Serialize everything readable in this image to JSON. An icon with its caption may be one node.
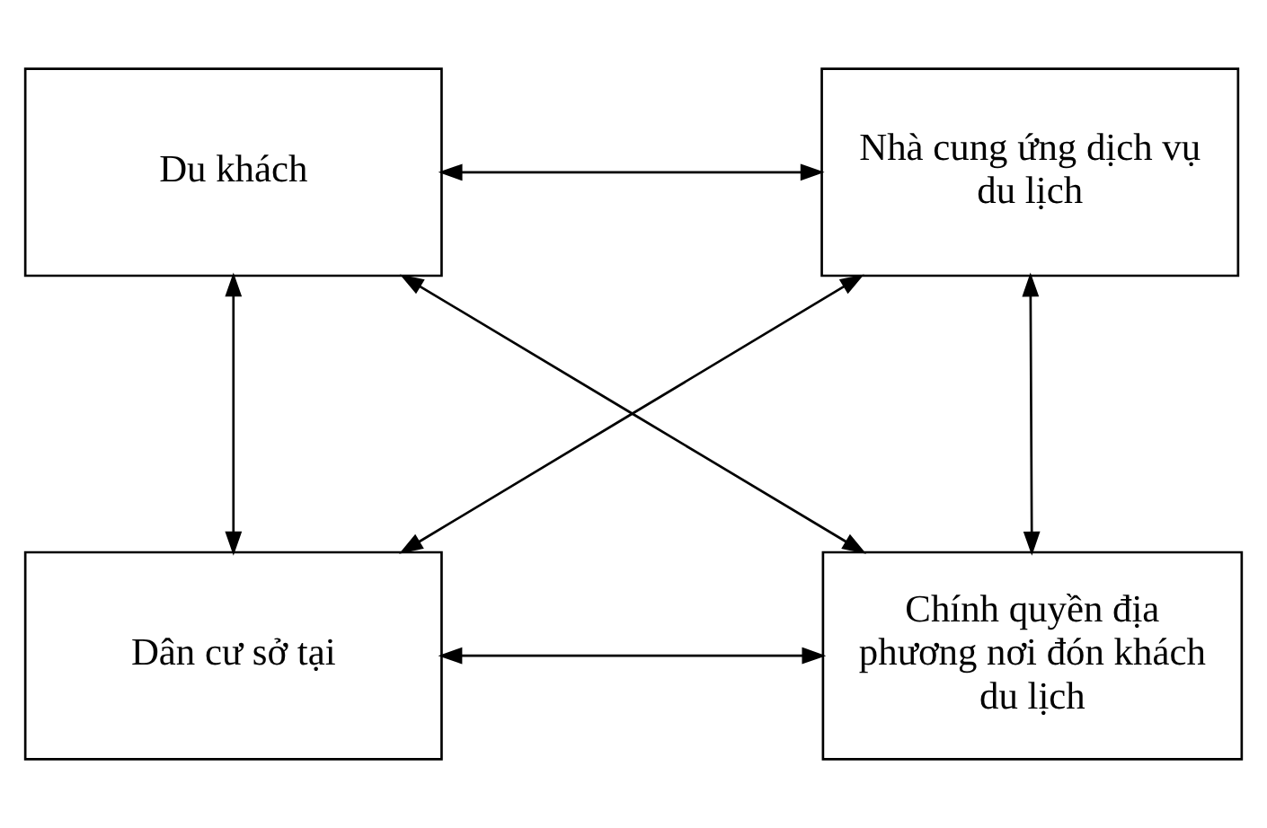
{
  "diagram": {
    "nodes": [
      {
        "text": [
          "Du khách"
        ]
      },
      {
        "text": [
          "Nhà cung ứng dịch vụ du lịch"
        ]
      },
      {
        "text": [
          "Dân cư sở tại"
        ]
      },
      {
        "text": [
          "Chính quyền địa phương nơi đón khách du lịch"
        ]
      }
    ],
    "edges": [
      {
        "from": 0,
        "to": 1,
        "arrow": "both"
      },
      {
        "from": 0,
        "to": 2,
        "arrow": "both"
      },
      {
        "from": 0,
        "to": 3,
        "arrow": "both"
      },
      {
        "from": 1,
        "to": 2,
        "arrow": "both"
      },
      {
        "from": 1,
        "to": 3,
        "arrow": "both"
      },
      {
        "from": 2,
        "to": 3,
        "arrow": "both"
      }
    ]
  }
}
